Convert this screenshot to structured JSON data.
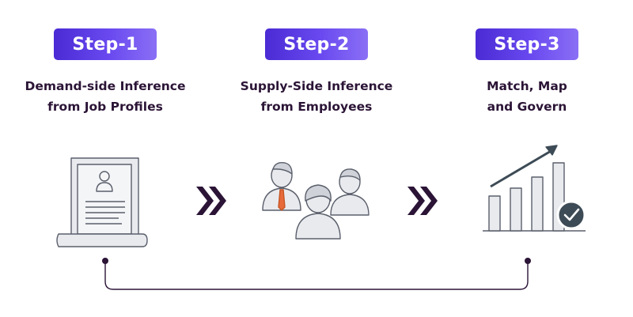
{
  "steps": [
    {
      "badge": "Step-1",
      "title": "Demand-side Inference from Job Profiles",
      "icon": "job-profile-document-icon"
    },
    {
      "badge": "Step-2",
      "title": "Supply-Side Inference from Employees",
      "icon": "employee-group-icon"
    },
    {
      "badge": "Step-3",
      "title": "Match, Map and Govern",
      "icon": "growth-chart-check-icon"
    }
  ],
  "colors": {
    "badge_start": "#4a2bd4",
    "badge_end": "#8a6ff5",
    "title_text": "#2b1436",
    "arrow": "#2b1436",
    "connector": "#2b1436",
    "icon_line": "#5a5f6b",
    "icon_fill": "#e9eaee",
    "tie": "#e86a3a",
    "check_circle": "#3d4b56"
  }
}
